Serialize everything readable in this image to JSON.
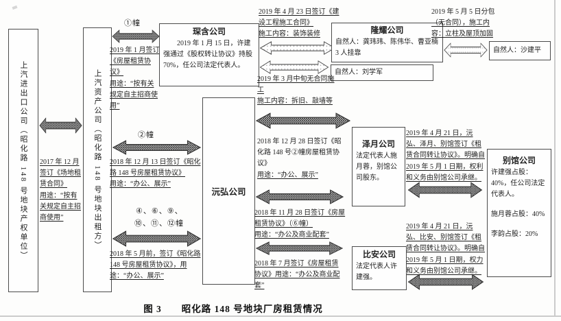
{
  "page": {
    "caption": "图 3　　昭化路 148 号地块厂房租赁情况"
  },
  "colors": {
    "ink": "#222222",
    "box_border": "#4a4a4a"
  },
  "companies": {
    "saic_ie": {
      "name": "上汽进出口公司（昭化路 148 号地块产权单位）"
    },
    "saic_asset": {
      "name": "上汽资产公司（昭化路 148 号地块出租方）"
    },
    "chenhan": {
      "title": "琛含公司",
      "body": "2019 年 1 月 15 日，许建强通过《股权转让协议》持股 70%，任公司法定代表人。"
    },
    "longyao": {
      "title": "隆耀公司",
      "body": "自然人：龚玮玮、陈伟华、曹亚楠 3 人挂靠"
    },
    "sha": {
      "name": "自然人：沙建平"
    },
    "liu": {
      "name": "自然人：刘学军"
    },
    "yuanhong": {
      "title": "沅弘公司"
    },
    "zeyue": {
      "title": "泽月公司",
      "body": "法定代表人施月蓉，别馆公司股东。"
    },
    "bieguan": {
      "title": "别馆公司",
      "line1": "许建强占股：40%，任公司法定代表人。",
      "line2": "施月蓉占股：40%",
      "line3": "李韵占股：20%"
    },
    "bian": {
      "title": "比安公司",
      "body": "法定代表人许建强。"
    }
  },
  "labels": {
    "b1": "①幢",
    "b2": "②幢",
    "b3a": "④、⑥、⑨、",
    "b3b": "⑩、⑪、⑫幢"
  },
  "notes": {
    "site_lease": {
      "a": "2017 年 12 月签订《场地租赁合同》",
      "b": "用途：“按有关规定自主招商使用”"
    },
    "n1": {
      "a": "2019 年 1 月签订《房屋租赁协议》",
      "b": "用途：“按有关规定自主招商使用”"
    },
    "n2": {
      "a": "2018 年 12 月 13 日签订《昭化路 148 号房屋租赁协议》",
      "b": "用途：“办公、展示”"
    },
    "n3": {
      "a": "2018 年 5 月前，签订《昭化路 148 号房屋租赁协议》，用途：“办公、展示”"
    },
    "construct": {
      "a": "2019 年 4 月 23 日签订《建设工程施工合同》",
      "b": "施工内容：装饰装修"
    },
    "subcontract": {
      "a": "2019 年 5 月 5 日分包",
      "b": "（无合同），施工内容：立柱及屋顶加固"
    },
    "no_contract": {
      "a": "2019 年 3 月中旬无合同施工",
      "b": "施工内容：拆旧、敲墙等"
    },
    "n4": {
      "a": "2018 年 12 月 28 日签订《昭化路 148 号②幢房屋租赁协议》",
      "b": "用途：“办公、展示”"
    },
    "n5": {
      "a": "2018 年 11 月 28 日签订《房屋租赁协议》（⑥幢）",
      "b": "用途：“办公及商业配套”"
    },
    "n6": {
      "a": "2018 年 7 月签订《房屋租赁协议》用途：“办公及商业配套”"
    },
    "transfer_zeyue": {
      "a": "2019 年 4 月 21 日，沅弘、泽月、别馆签订《租赁合同转让协议》。明确自 2019 年 5 月 1 日期，权利和义务由别馆公司承继。"
    },
    "transfer_bian": {
      "a": "2019 年 4 月 21 日，沅弘、比安、别馆签订《租赁合同转让协议》。明确自 2019 年 5 月 1 日期，权力和义务由别馆公司承继。"
    }
  }
}
